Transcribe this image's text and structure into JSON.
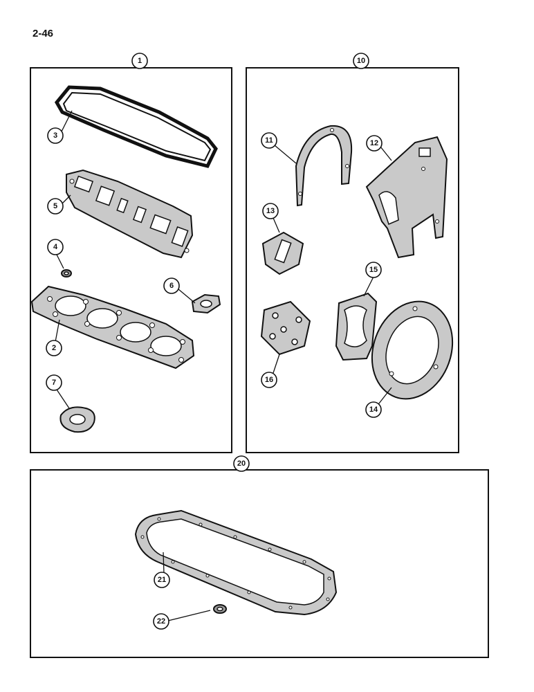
{
  "page": {
    "page_number": "2-46"
  },
  "panels": {
    "left": {
      "label": "1"
    },
    "right": {
      "label": "10"
    },
    "bottom": {
      "label": "20"
    }
  },
  "callouts": {
    "valve_cover_gasket": "3",
    "manifold_gasket": "5",
    "small_washer": "4",
    "cylinder_head_gasket": "2",
    "small_flange_gasket": "6",
    "oval_flange_gasket": "7",
    "front_cover_gasket": "11",
    "rear_plate_gasket": "12",
    "small_plate_gasket": "13",
    "pump_gasket": "15",
    "square_plate_gasket": "16",
    "ring_gasket": "14",
    "oil_pan_gasket": "21",
    "drain_washer": "22"
  }
}
